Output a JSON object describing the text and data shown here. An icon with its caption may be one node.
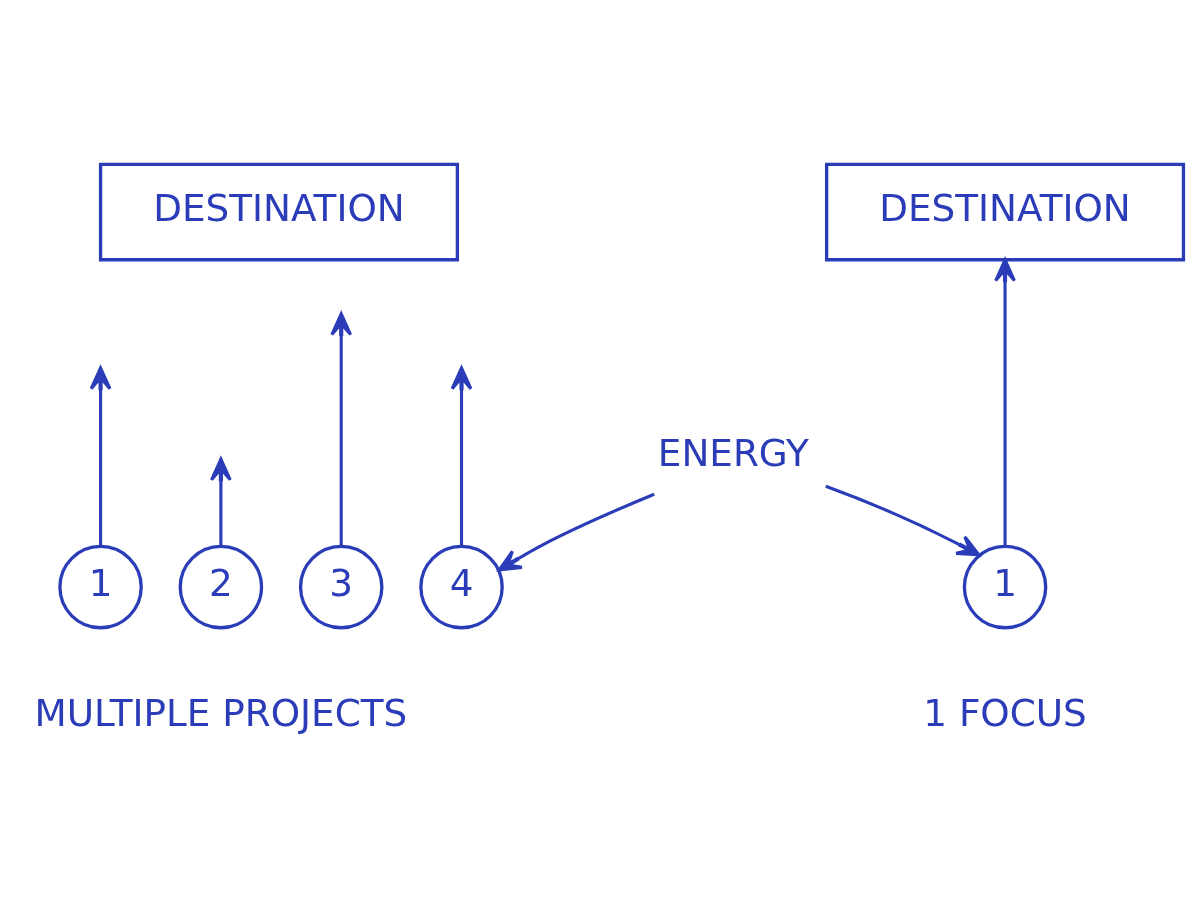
{
  "diagram": {
    "nodes": [
      {
        "text": [
          "DESTINATION"
        ]
      },
      {
        "text": [
          "DESTINATION"
        ]
      },
      {
        "text": [
          "1"
        ]
      },
      {
        "text": [
          "2"
        ]
      },
      {
        "text": [
          "3"
        ]
      },
      {
        "text": [
          "4"
        ]
      },
      {
        "text": [
          "1"
        ],
        "beside": [
          "1 FOCUS"
        ]
      },
      {
        "text": [
          "ENERGY"
        ]
      }
    ],
    "edges": [
      {
        "from": 2,
        "to": null,
        "arrow": "to"
      },
      {
        "from": 3,
        "to": null,
        "arrow": "to"
      },
      {
        "from": 4,
        "to": null,
        "arrow": "to"
      },
      {
        "from": 5,
        "to": null,
        "arrow": "to"
      },
      {
        "from": 6,
        "to": 1,
        "arrow": "to"
      },
      {
        "from": 7,
        "to": 5,
        "arrow": "to"
      },
      {
        "from": 7,
        "to": 6,
        "arrow": "to"
      }
    ],
    "labels": [
      "MULTIPLE PROJECTS"
    ]
  }
}
